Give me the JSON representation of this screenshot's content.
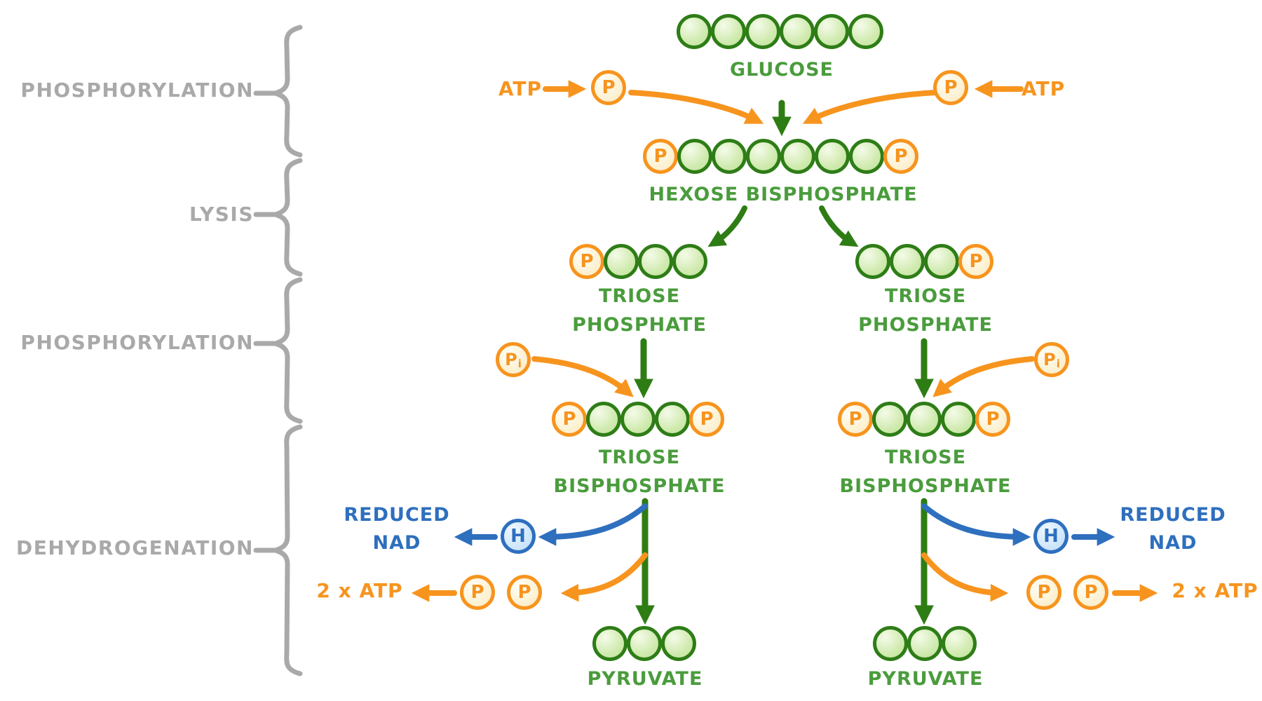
{
  "title": "Glycolysis stages diagram",
  "stages": [
    {
      "label": "PHOSPHORYLATION"
    },
    {
      "label": "LYSIS"
    },
    {
      "label": "PHOSPHORYLATION"
    },
    {
      "label": "DEHYDROGENATION"
    }
  ],
  "beads": {
    "C": {
      "name": "carbon-bead",
      "label": ""
    },
    "P": {
      "name": "phosphate-bead",
      "label": "P"
    },
    "Pi": {
      "name": "inorganic-phosphate-bead",
      "label": "P",
      "sub": "i"
    },
    "H": {
      "name": "hydrogen-bead",
      "label": "H"
    }
  },
  "molecules": {
    "glucose": {
      "label": "GLUCOSE",
      "chain": [
        "C",
        "C",
        "C",
        "C",
        "C",
        "C"
      ]
    },
    "hexose_bisphosphate": {
      "label": "HEXOSE BISPHOSPHATE",
      "chain": [
        "P",
        "C",
        "C",
        "C",
        "C",
        "C",
        "C",
        "P"
      ]
    },
    "triose_phosphate_left": {
      "label": "TRIOSE PHOSPHATE",
      "chain": [
        "P",
        "C",
        "C",
        "C"
      ]
    },
    "triose_phosphate_right": {
      "label": "TRIOSE PHOSPHATE",
      "chain": [
        "C",
        "C",
        "C",
        "P"
      ]
    },
    "triose_bisphosphate_left": {
      "label": "TRIOSE BISPHOSPHATE",
      "chain": [
        "P",
        "C",
        "C",
        "C",
        "P"
      ]
    },
    "triose_bisphosphate_right": {
      "label": "TRIOSE BISPHOSPHATE",
      "chain": [
        "P",
        "C",
        "C",
        "C",
        "P"
      ]
    },
    "pyruvate_left": {
      "label": "PYRUVATE",
      "chain": [
        "C",
        "C",
        "C"
      ]
    },
    "pyruvate_right": {
      "label": "PYRUVATE",
      "chain": [
        "C",
        "C",
        "C"
      ]
    }
  },
  "cofactors": {
    "atp_left": {
      "label": "ATP",
      "bead": "P"
    },
    "atp_right": {
      "label": "ATP",
      "bead": "P"
    },
    "pi_left": {
      "bead": "Pi"
    },
    "pi_right": {
      "bead": "Pi"
    },
    "nad_left": {
      "label": "REDUCED NAD",
      "bead": "H"
    },
    "nad_right": {
      "label": "REDUCED NAD",
      "bead": "H"
    },
    "atp2_left": {
      "label": "2 x ATP",
      "beads": [
        "P",
        "P"
      ]
    },
    "atp2_right": {
      "label": "2 x ATP",
      "beads": [
        "P",
        "P"
      ]
    }
  },
  "colors": {
    "green_text": "#4a9c3c",
    "green_dark": "#2e7d14",
    "green_fill": "#cfeaae",
    "orange": "#f7941e",
    "orange_fill": "#fdf3d5",
    "blue": "#2e6fbe",
    "blue_fill": "#cfe6fa",
    "grey": "#a9a9a9",
    "background": "#ffffff"
  }
}
